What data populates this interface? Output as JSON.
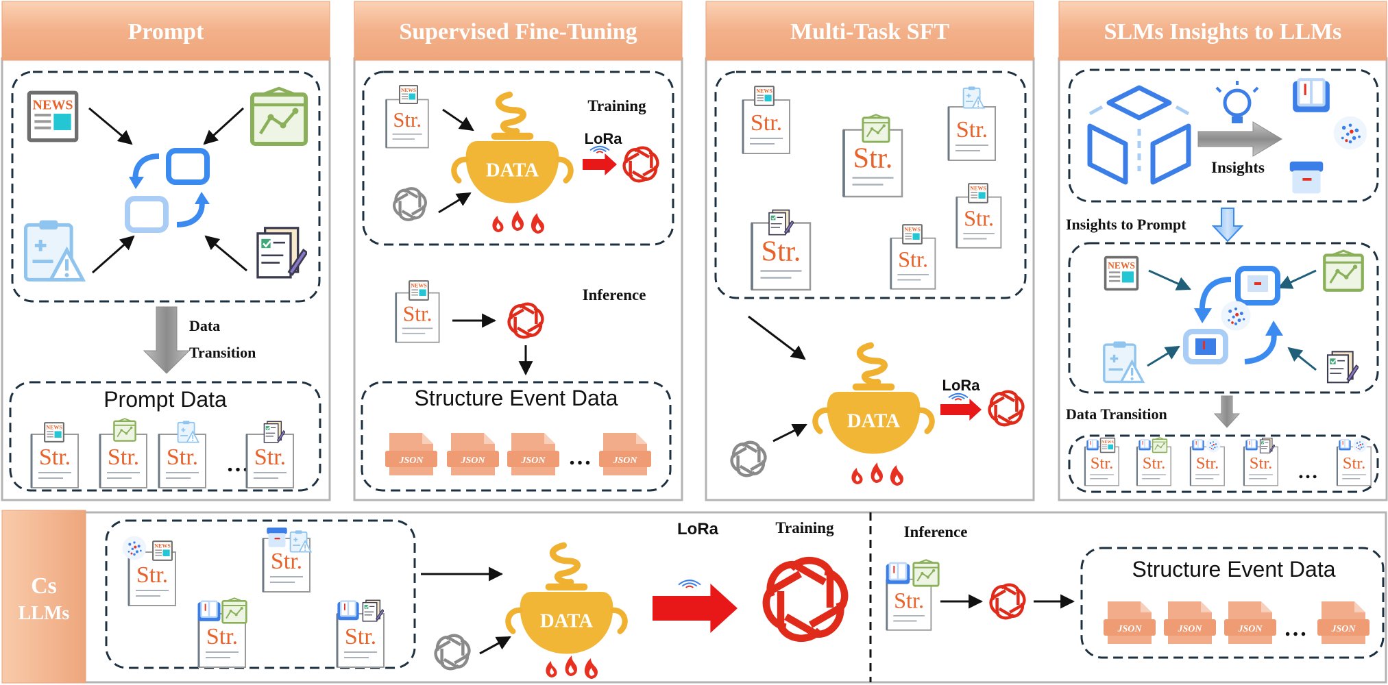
{
  "panels": {
    "prompt": {
      "title": "Prompt",
      "transition_label_line1": "Data",
      "transition_label_line2": "Transition",
      "data_box_title": "Prompt Data"
    },
    "sft": {
      "title": "Supervised Fine-Tuning",
      "training_label": "Training",
      "lora_label": "LoRa",
      "inference_label": "Inference",
      "data_box_title": "Structure Event Data"
    },
    "multitask": {
      "title": "Multi-Task SFT",
      "lora_label": "LoRa"
    },
    "slms": {
      "title": "SLMs Insights to LLMs",
      "insights_label": "Insights",
      "insights_to_prompt_label": "Insights to Prompt",
      "data_transition_label": "Data  Transition"
    },
    "cs": {
      "title_line1": "Cs",
      "title_line2": "LLMs",
      "training_label": "Training",
      "lora_label": "LoRa",
      "inference_label": "Inference",
      "data_box_title": "Structure Event Data"
    }
  },
  "common": {
    "str_label": "Str.",
    "json_label": "JSON",
    "data_label": "DATA",
    "news_label": "NEWS",
    "ellipsis": "…"
  },
  "colors": {
    "header_fill": "#f4b48e",
    "panel_border": "#b4b4b4",
    "str_orange": "#e8622a",
    "pot_yellow": "#f0b030",
    "flame_red": "#e83020",
    "openai_red": "#e02a1a",
    "openai_gray": "#8a8a8a",
    "blue_icon": "#3b7ee8",
    "light_blue": "#9cc8f0",
    "json_salmon": "#f0a888",
    "lora_arrow": "#e81818",
    "doc_green": "#8bb05a"
  }
}
